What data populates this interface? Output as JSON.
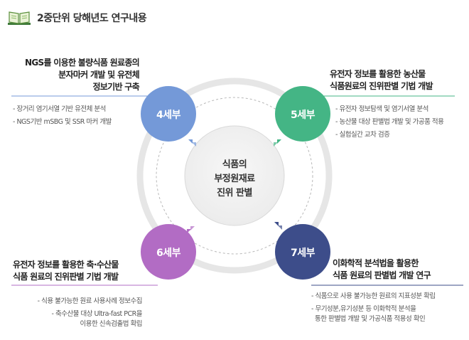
{
  "header": {
    "title": "2중단위 당해년도 연구내용",
    "icon": "book-icon"
  },
  "colors": {
    "blue": "#7499d8",
    "green": "#44b585",
    "purple": "#b26cc4",
    "navy": "#3d4d8a"
  },
  "center": {
    "lines": [
      "식품의",
      "부정원재료",
      "진위 판별"
    ]
  },
  "units": {
    "u4": {
      "label": "4세부",
      "title": [
        "NGS를 이용한 불량식품 원료종의",
        "분자마커 개발 및 유전체",
        "정보기반 구축"
      ],
      "items": [
        "- 장거리 염기서열 기반 유전체 분석",
        "- NGS기반 mSBG 및 SSR 마커 개발"
      ]
    },
    "u5": {
      "label": "5세부",
      "title": [
        "유전자 정보를 활용한 농산물",
        "식품원료의 진위판별 기법 개발"
      ],
      "items": [
        "- 유전자 정보탐색 및 염기서열 분석",
        "- 농산물 대상 판별법 개발 및 가공품 적용",
        "- 실험실간 교차 검증"
      ]
    },
    "u6": {
      "label": "6세부",
      "title": [
        "유전자 정보를 활용한 축·수산물",
        "식품 원료의 진위판별 기법 개발"
      ],
      "items": [
        "- 식용 불가능한 원료 사용사례 정보수집",
        "- 축수산물 대상 Ultra-fast PCR을",
        "이용한 신속검출법 확립"
      ]
    },
    "u7": {
      "label": "7세부",
      "title": [
        "이화학적 분석법을 활용한",
        "식품 원료의 판별법 개발 연구"
      ],
      "items": [
        "- 식품으로 사용 불가능한 원료의 지표성분 확립",
        "- 무기성분,유기성분 등 이화학적 분석을",
        "통한 판별법 개발 및 가공식품 적용성 확인"
      ]
    }
  }
}
